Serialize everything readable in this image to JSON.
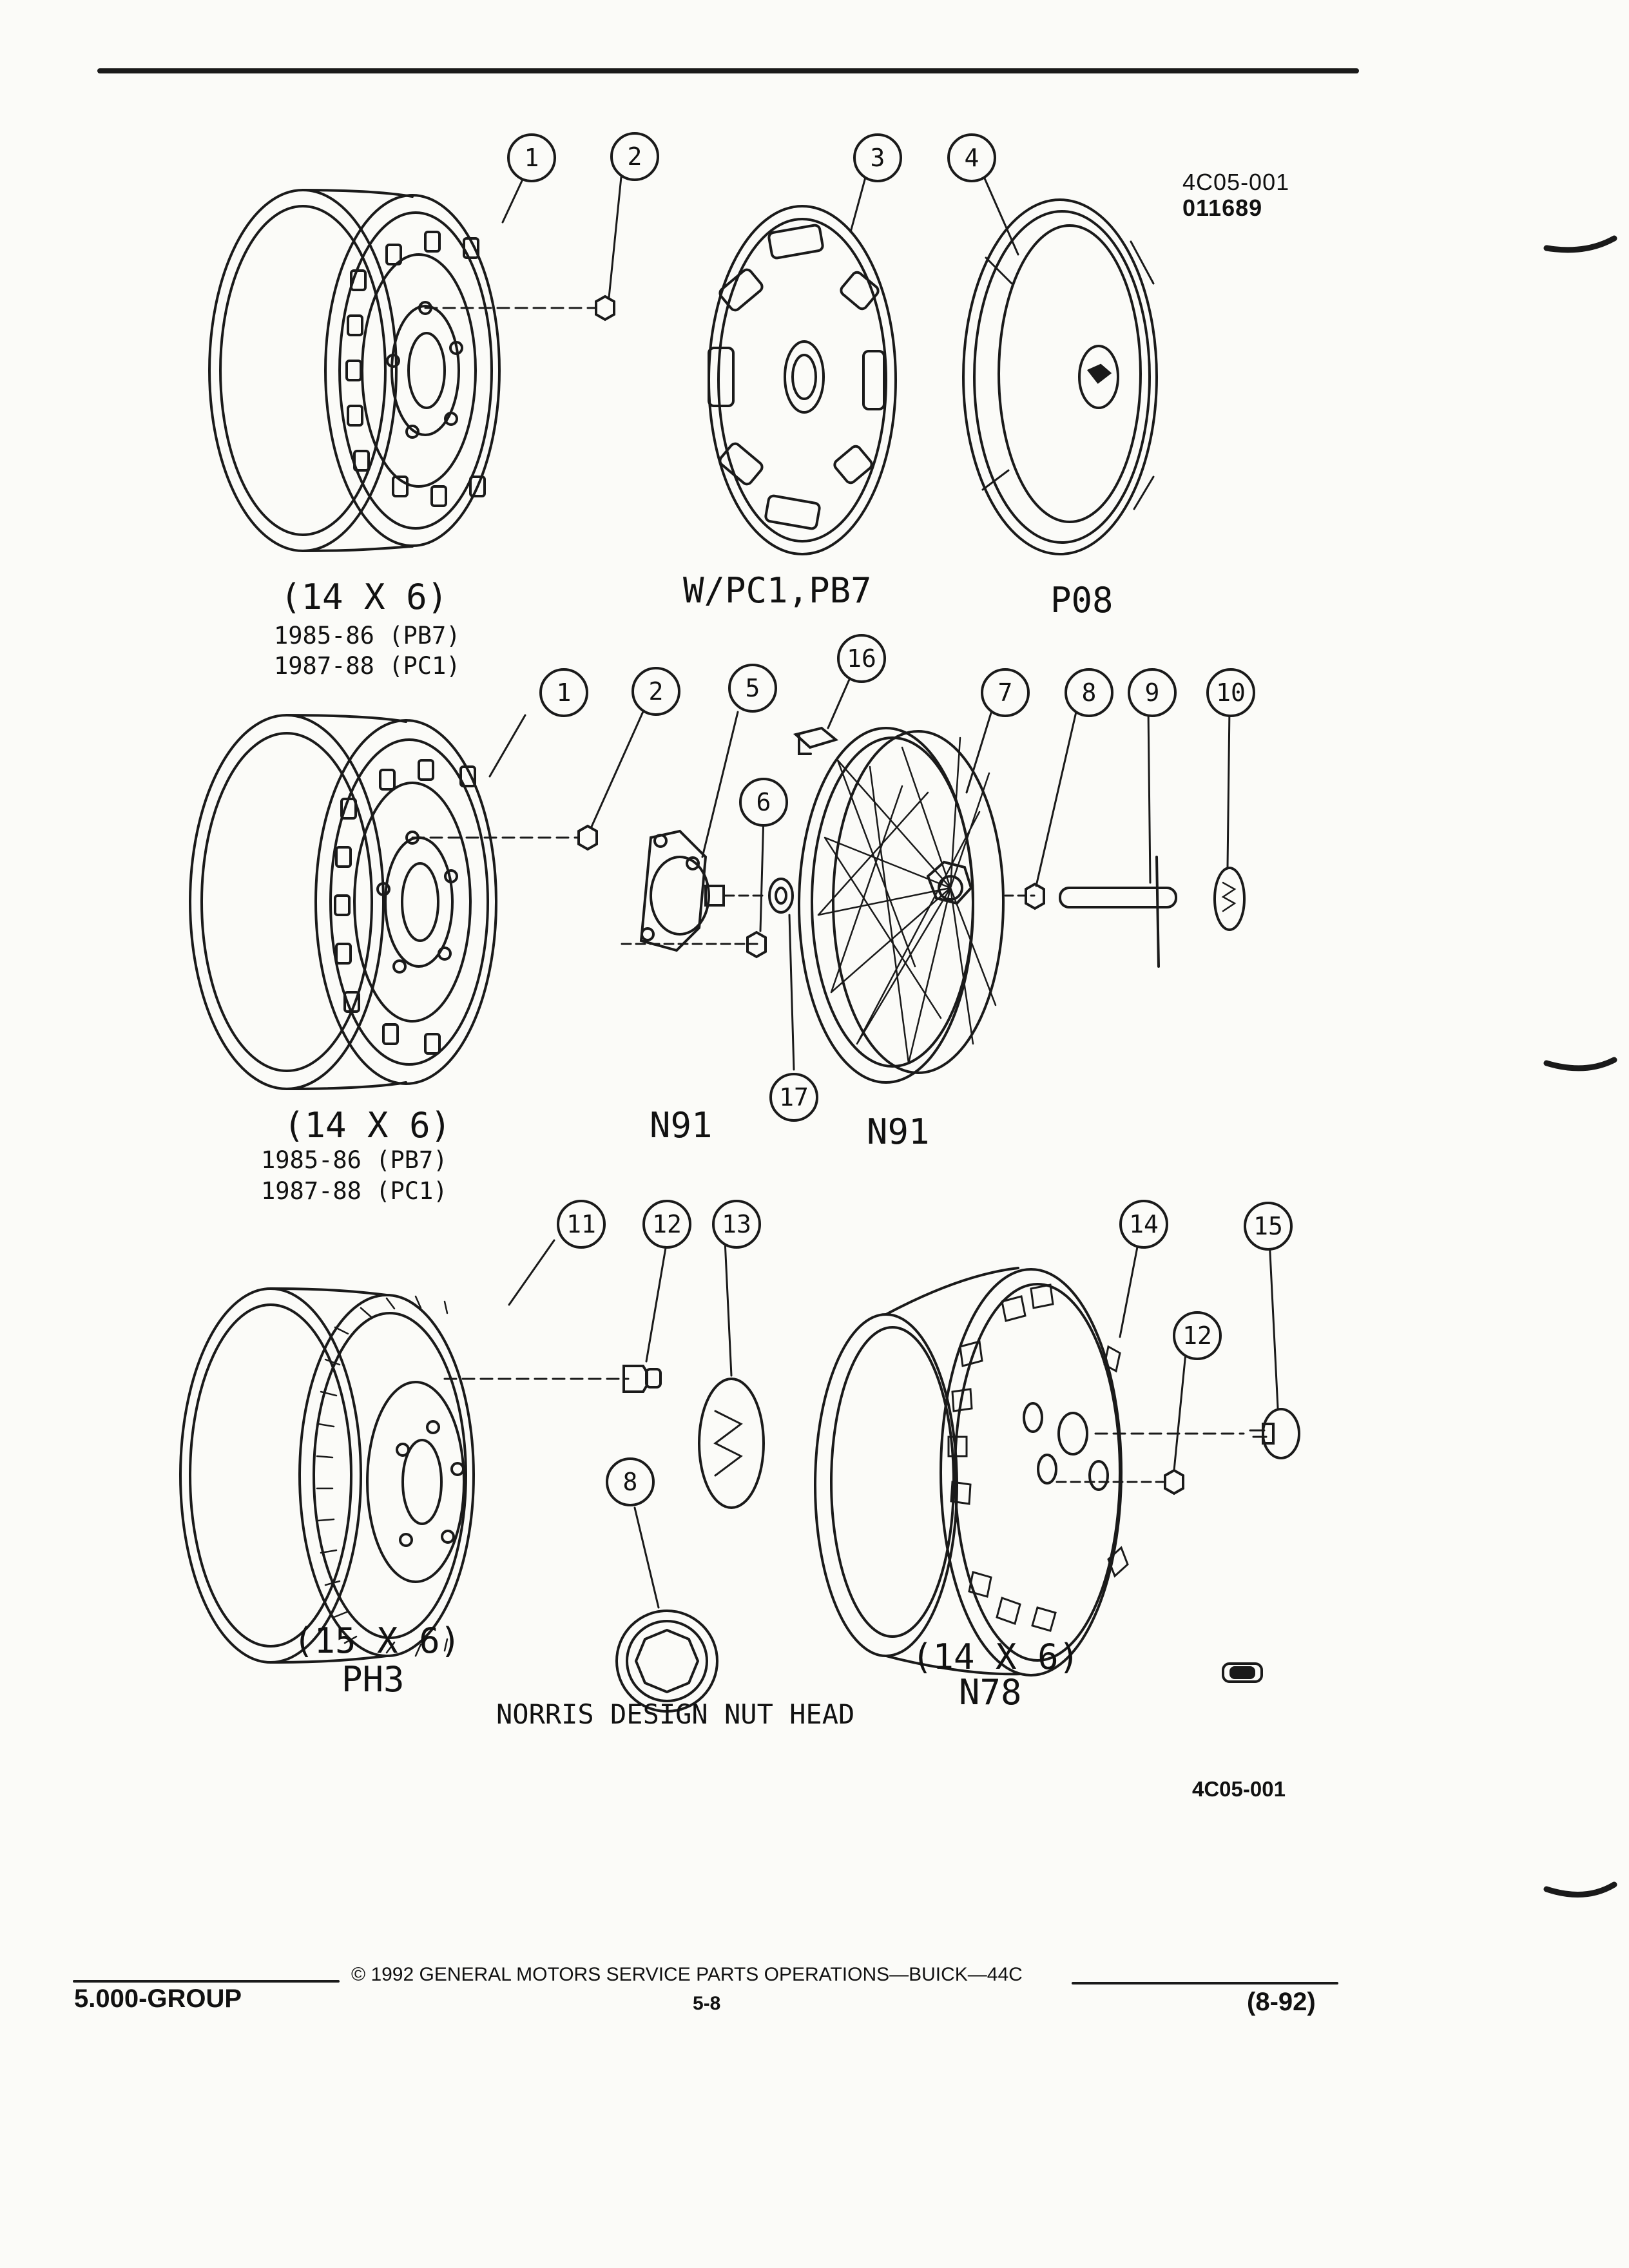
{
  "header": {
    "fig_code": "4C05-001",
    "fig_date": "011689"
  },
  "captions": {
    "row1_left_size": "(14 X 6)",
    "row1_left_yr1": "1985-86 (PB7)",
    "row1_left_yr2": "1987-88 (PC1)",
    "row1_mid": "W/PC1,PB7",
    "row1_right": "P08",
    "row2_left_size": "(14 X 6)",
    "row2_left_yr1": "1985-86 (PB7)",
    "row2_left_yr2": "1987-88 (PC1)",
    "row2_mid": "N91",
    "row2_right": "N91",
    "row3_left_size": "(15 X 6)",
    "row3_left_code": "PH3",
    "row3_mid": "NORRIS DESIGN NUT HEAD",
    "row3_right_size": "(14 X 6)",
    "row3_right_code": "N78",
    "bottom_code": "4C05-001"
  },
  "callouts": [
    "1",
    "2",
    "3",
    "4",
    "1",
    "2",
    "5",
    "16",
    "6",
    "7",
    "8",
    "9",
    "10",
    "17",
    "11",
    "12",
    "13",
    "14",
    "15",
    "12",
    "8"
  ],
  "footer": {
    "group": "5.000-GROUP",
    "copyright": "© 1992 GENERAL MOTORS SERVICE PARTS OPERATIONS—BUICK—44C",
    "page": "5-8",
    "date": "(8-92)"
  }
}
